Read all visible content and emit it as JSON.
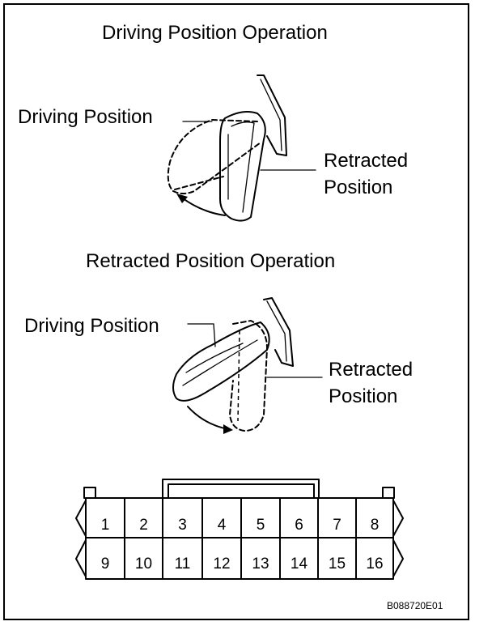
{
  "section1": {
    "title": "Driving Position Operation",
    "driving_label": "Driving Position",
    "retracted_label_line1": "Retracted",
    "retracted_label_line2": "Position"
  },
  "section2": {
    "title": "Retracted Position Operation",
    "driving_label": "Driving Position",
    "retracted_label_line1": "Retracted",
    "retracted_label_line2": "Position"
  },
  "connector": {
    "top_row": [
      "1",
      "2",
      "3",
      "4",
      "5",
      "6",
      "7",
      "8"
    ],
    "bottom_row": [
      "9",
      "10",
      "11",
      "12",
      "13",
      "14",
      "15",
      "16"
    ]
  },
  "figure_code": "B088720E01"
}
